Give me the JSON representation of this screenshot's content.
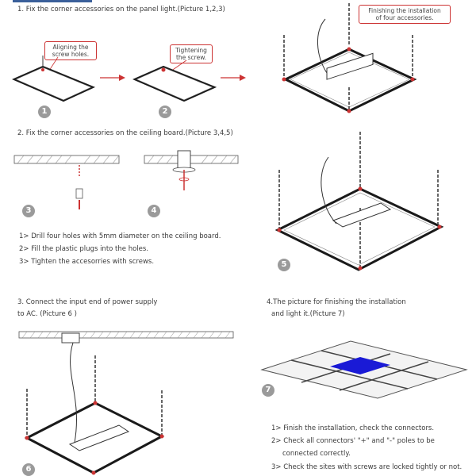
{
  "step1": {
    "heading": "1. Fix the corner accessories on the panel light.(Picture 1,2,3)",
    "callout_align": [
      "Aligning the",
      "screw holes."
    ],
    "callout_tighten": [
      "Tightening",
      "the screw."
    ],
    "callout_finish": [
      "Finishing the installation",
      "of four accessories."
    ]
  },
  "step2": {
    "heading": "2. Fix the corner accessories on the ceiling board.(Picture 3,4,5)",
    "items": [
      "1> Drill four holes with 5mm diameter on the ceiling board.",
      "2> Fill the plastic plugs into the holes.",
      "3> Tighten the accesorries with screws."
    ]
  },
  "step3": {
    "heading_line1": "3. Connect the input end of power supply",
    "heading_line2": "to AC. (Picture 6 )"
  },
  "step4": {
    "heading_line1": "4.The picture for finishing the installation",
    "heading_line2": "and light it.(Picture 7)",
    "items": [
      "1> Finish the installation, check the connectors.",
      "2> Check all connectors' \"+\" and \"-\" poles to be",
      "connected correctly.",
      "3> Check the sites with screws are locked tightly or not."
    ]
  },
  "badges": [
    "1",
    "2",
    "3",
    "4",
    "5",
    "6",
    "7"
  ],
  "colors": {
    "accent_red": "#c0392b",
    "panel_blue": "#1a1ad6",
    "frame_dark": "#1a1a1a",
    "header_bar": "#3a5f9a"
  }
}
